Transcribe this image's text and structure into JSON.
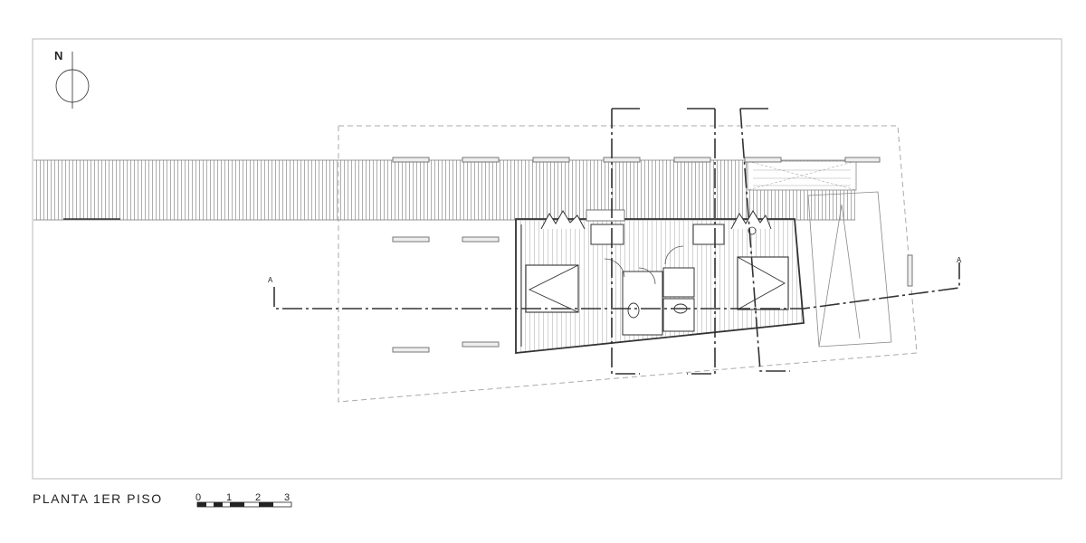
{
  "north": {
    "label": "N"
  },
  "section_marker": {
    "left": "A",
    "right": "A"
  },
  "title": "PLANTA 1ER PISO",
  "scale_bar": {
    "ticks": [
      "0",
      "1",
      "2",
      "3"
    ]
  },
  "colors": {
    "line": "#333333",
    "light_line": "#9a9a9a",
    "dash": "#aaaaaa",
    "frame": "#bbbbbb"
  }
}
